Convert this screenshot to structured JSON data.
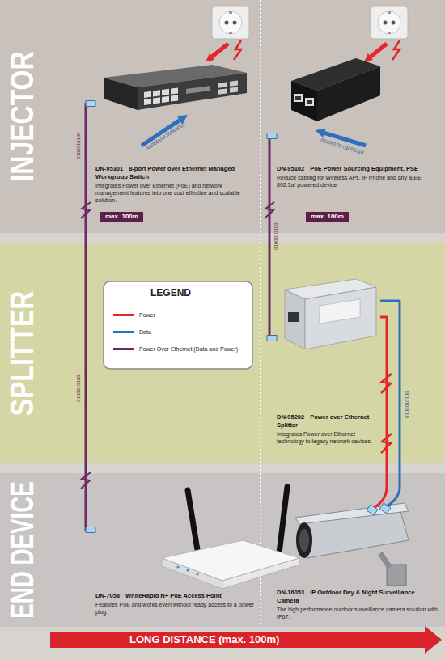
{
  "diagram": {
    "nodes": [
      {
        "text": [
          "INJECTOR"
        ]
      },
      {
        "text": [
          "DN-95301",
          "8-port Power over Ethernet Managed Workgroup Switch",
          "Integrates Power over Ethernet (PoE) and network management features into one cost effective and scalable solution."
        ],
        "in": 0
      },
      {
        "text": [
          "DN-95102",
          "PoE Power Sourcing Equipment, PSE",
          "Reduce cabling for Wireless APs, IP Phone and any IEEE 802.3af powered device"
        ],
        "in": 0
      },
      {
        "text": [
          "SPLITTER"
        ]
      },
      {
        "text": [
          "DN-95202",
          "Power over Ethernet Splitter",
          "Integrates Power over Ethernet technology to legacy network devices."
        ],
        "in": 3
      },
      {
        "text": [
          "END DEVICE"
        ]
      },
      {
        "text": [
          "DN-7058",
          "WhiteRapid N+ PoE Access Point",
          "Features PoE and works even without ready access to a power plug."
        ],
        "in": 5
      },
      {
        "text": [
          "DN-16053",
          "IP Outdoor Day & Night Surveillance Camera",
          "The high performance outdoor surveillance camera solution with IP67."
        ],
        "in": 5
      }
    ],
    "edges": [
      {
        "from": 1,
        "to": 6,
        "arrow": "none"
      },
      {
        "from": 2,
        "to": 4,
        "arrow": "none"
      },
      {
        "from": 4,
        "to": 7,
        "arrow": "none"
      },
      {
        "from": 4,
        "to": 7,
        "arrow": "none"
      }
    ],
    "labels": [
      "max. 100m",
      "max. 100m",
      "LEGEND",
      "LONG DISTANCE (max. 100m)",
      "0100010100",
      "0100010100",
      "0100010100",
      "0100010100",
      "01000100 01001010",
      "01000100 01001010"
    ],
    "legend": [
      {
        "text": "Power",
        "color": "#e3262a"
      },
      {
        "text": "Data",
        "color": "#2f6fbf"
      },
      {
        "text": "Power Over Ethernet (Data and Power)",
        "color": "#6b2a63"
      }
    ]
  }
}
